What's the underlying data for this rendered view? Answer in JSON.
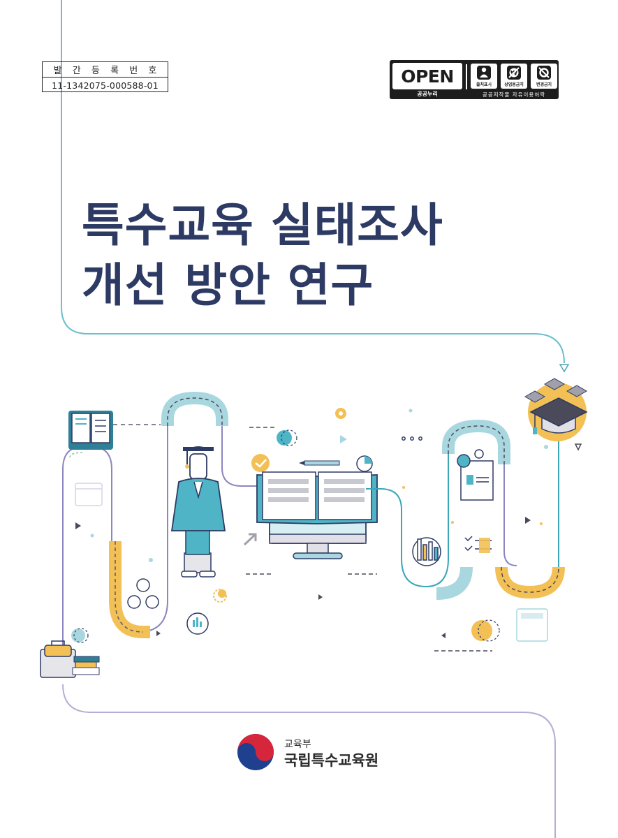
{
  "registration": {
    "label_chars": [
      "발",
      "간",
      "등",
      "록",
      "번",
      "호"
    ],
    "number": "11-1342075-000588-01"
  },
  "license": {
    "brand": "OPEN",
    "brand_sub": "공공누리",
    "icons": [
      {
        "name": "person-icon",
        "label": "출처표시"
      },
      {
        "name": "won-icon",
        "label": "상업용금지"
      },
      {
        "name": "no-change-icon",
        "label": "변경금지"
      }
    ],
    "footer": "공공저작물 자유이용허락"
  },
  "title": {
    "line1": "특수교육 실태조사",
    "line2": "개선 방안 연구"
  },
  "publisher": {
    "ministry": "교육부",
    "institute": "국립특수교육원"
  },
  "colors": {
    "title": "#2d3a63",
    "teal": "#4fb4c6",
    "light_teal": "#a9d7df",
    "purple": "#8b86bf",
    "yellow": "#f2c055",
    "navy": "#2d3a63"
  }
}
